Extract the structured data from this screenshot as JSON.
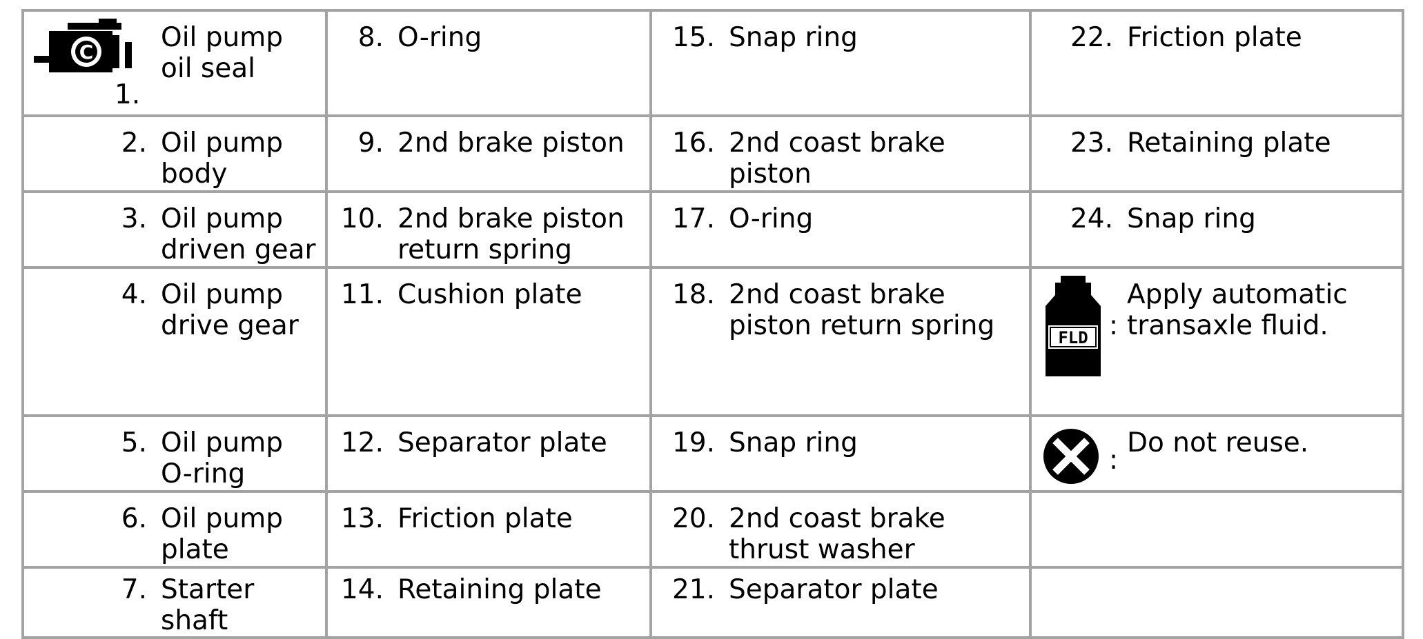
{
  "colors": {
    "border": "#a3a3a3",
    "text": "#000000",
    "background": "#ffffff"
  },
  "rows": [
    [
      {
        "num": "1.",
        "text": "Oil pump oil seal",
        "icon": "seal-lubricant-icon"
      },
      {
        "num": "8.",
        "text": "O-ring"
      },
      {
        "num": "15.",
        "text": "Snap ring"
      },
      {
        "num": "22.",
        "text": "Friction plate"
      }
    ],
    [
      {
        "num": "2.",
        "text": "Oil pump body"
      },
      {
        "num": "9.",
        "text": "2nd brake piston"
      },
      {
        "num": "16.",
        "text": "2nd coast brake piston"
      },
      {
        "num": "23.",
        "text": "Retaining plate"
      }
    ],
    [
      {
        "num": "3.",
        "text": "Oil pump driven gear"
      },
      {
        "num": "10.",
        "text": "2nd brake piston return spring"
      },
      {
        "num": "17.",
        "text": "O-ring"
      },
      {
        "num": "24.",
        "text": "Snap ring"
      }
    ],
    [
      {
        "num": "4.",
        "text": "Oil pump drive gear"
      },
      {
        "num": "11.",
        "text": "Cushion plate"
      },
      {
        "num": "18.",
        "text": "2nd coast brake piston return spring"
      },
      {
        "num": ":",
        "text": "Apply automatic transaxle fluid.",
        "icon": "fluid-bottle-icon",
        "icon_label": "FLD"
      }
    ],
    [
      {
        "num": "5.",
        "text": "Oil pump O-ring"
      },
      {
        "num": "12.",
        "text": "Separator plate"
      },
      {
        "num": "19.",
        "text": "Snap ring"
      },
      {
        "num": ":",
        "text": "Do not reuse.",
        "icon": "do-not-reuse-icon"
      }
    ],
    [
      {
        "num": "6.",
        "text": "Oil pump plate"
      },
      {
        "num": "13.",
        "text": "Friction plate"
      },
      {
        "num": "20.",
        "text": "2nd coast brake thrust washer"
      },
      {
        "num": "",
        "text": ""
      }
    ],
    [
      {
        "num": "7.",
        "text": "Starter shaft"
      },
      {
        "num": "14.",
        "text": "Retaining plate"
      },
      {
        "num": "21.",
        "text": "Separator plate"
      },
      {
        "num": "",
        "text": ""
      }
    ]
  ]
}
